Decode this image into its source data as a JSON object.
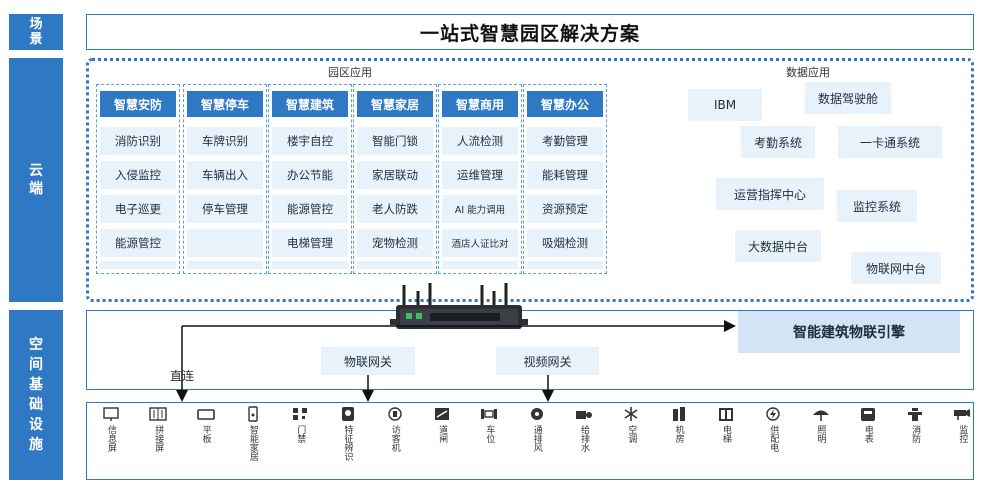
{
  "side_labels": {
    "scene": "场景",
    "cloud": "云端",
    "infra": "空间基础设施"
  },
  "title": "一站式智慧园区解决方案",
  "park_apps": {
    "label": "园区应用",
    "groups": [
      {
        "head": "智慧安防",
        "items": [
          "消防识别",
          "入侵监控",
          "电子巡更",
          "能源管控"
        ]
      },
      {
        "head": "智慧停车",
        "items": [
          "车牌识别",
          "车辆出入",
          "停车管理"
        ]
      },
      {
        "head": "智慧建筑",
        "items": [
          "楼宇自控",
          "办公节能",
          "能源管控",
          "电梯管理"
        ]
      },
      {
        "head": "智慧家居",
        "items": [
          "智能门锁",
          "家居联动",
          "老人防跌",
          "宠物检测"
        ]
      },
      {
        "head": "智慧商用",
        "items": [
          "人流检测",
          "运维管理",
          "AI 能力调用",
          "酒店人证比对"
        ]
      },
      {
        "head": "智慧办公",
        "items": [
          "考勤管理",
          "能耗管理",
          "资源预定",
          "吸烟检测"
        ]
      }
    ]
  },
  "data_apps": {
    "label": "数据应用",
    "items": [
      "IBM",
      "数据驾驶舱",
      "考勤系统",
      "一卡通系统",
      "运营指挥中心",
      "监控系统",
      "大数据中台",
      "物联网中台"
    ]
  },
  "infra": {
    "direct_label": "直连",
    "iot_gateway": "物联网关",
    "video_gateway": "视频网关",
    "engine": "智能建筑物联引擎"
  },
  "devices": [
    {
      "icon": "monitor-icon",
      "label": "信息屏"
    },
    {
      "icon": "splice-screen-icon",
      "label": "拼接屏"
    },
    {
      "icon": "tablet-icon",
      "label": "平板"
    },
    {
      "icon": "smart-lock-icon",
      "label": "智能家居"
    },
    {
      "icon": "qr-code-icon",
      "label": "门禁"
    },
    {
      "icon": "face-recognition-icon",
      "label": "特征辨识"
    },
    {
      "icon": "visitor-machine-icon",
      "label": "访客机"
    },
    {
      "icon": "gate-icon",
      "label": "道闸"
    },
    {
      "icon": "parking-icon",
      "label": "车位"
    },
    {
      "icon": "ventilation-icon",
      "label": "通排风"
    },
    {
      "icon": "water-pump-icon",
      "label": "给排水"
    },
    {
      "icon": "snowflake-icon",
      "label": "空调"
    },
    {
      "icon": "machine-room-icon",
      "label": "机房"
    },
    {
      "icon": "elevator-icon",
      "label": "电梯"
    },
    {
      "icon": "power-supply-icon",
      "label": "供配电"
    },
    {
      "icon": "lighting-icon",
      "label": "照明"
    },
    {
      "icon": "meter-icon",
      "label": "电表"
    },
    {
      "icon": "fire-hydrant-icon",
      "label": "消防"
    },
    {
      "icon": "camera-icon",
      "label": "监控"
    }
  ],
  "colors": {
    "primary": "#2f78c4",
    "light": "#e8f2fb",
    "engine": "#d2e5f5"
  }
}
